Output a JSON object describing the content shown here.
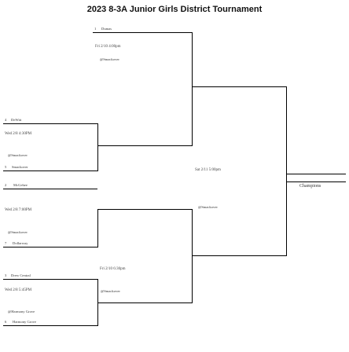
{
  "title": "2023 8-3A Junior Girls District Tournament",
  "round1": {
    "g1": {
      "top_seed": "4",
      "top_team": "DeWitt",
      "datetime": "Wed 2/8   4:30PM",
      "location": "@Smackover",
      "bottom_seed": "5",
      "bottom_team": "Smackover"
    },
    "g2": {
      "datetime": "Wed 2/8   7:00PM",
      "location": "@Smackover",
      "bottom_seed": "7",
      "bottom_team": "Dollarway"
    },
    "g3": {
      "top_seed": "3",
      "top_team": "Drew Central",
      "datetime": "Wed 2/8   5:45PM",
      "location": "@Harmony Grove",
      "bottom_seed": "6",
      "bottom_team": "Harmony Grove"
    }
  },
  "round2": {
    "s1": {
      "seed": "1",
      "team": "Dumas",
      "datetime": "Fri 2/10   4:00pm",
      "location": "@Smackover"
    },
    "s2": {
      "seed": "2",
      "team": "McGehee",
      "datetime": "Fri 2/10   6:30pm",
      "location": "@Smackover"
    }
  },
  "final": {
    "datetime": "Sat 2/11   5:00pm",
    "location": "@Smackover"
  },
  "champion": {
    "label": "Champions"
  }
}
